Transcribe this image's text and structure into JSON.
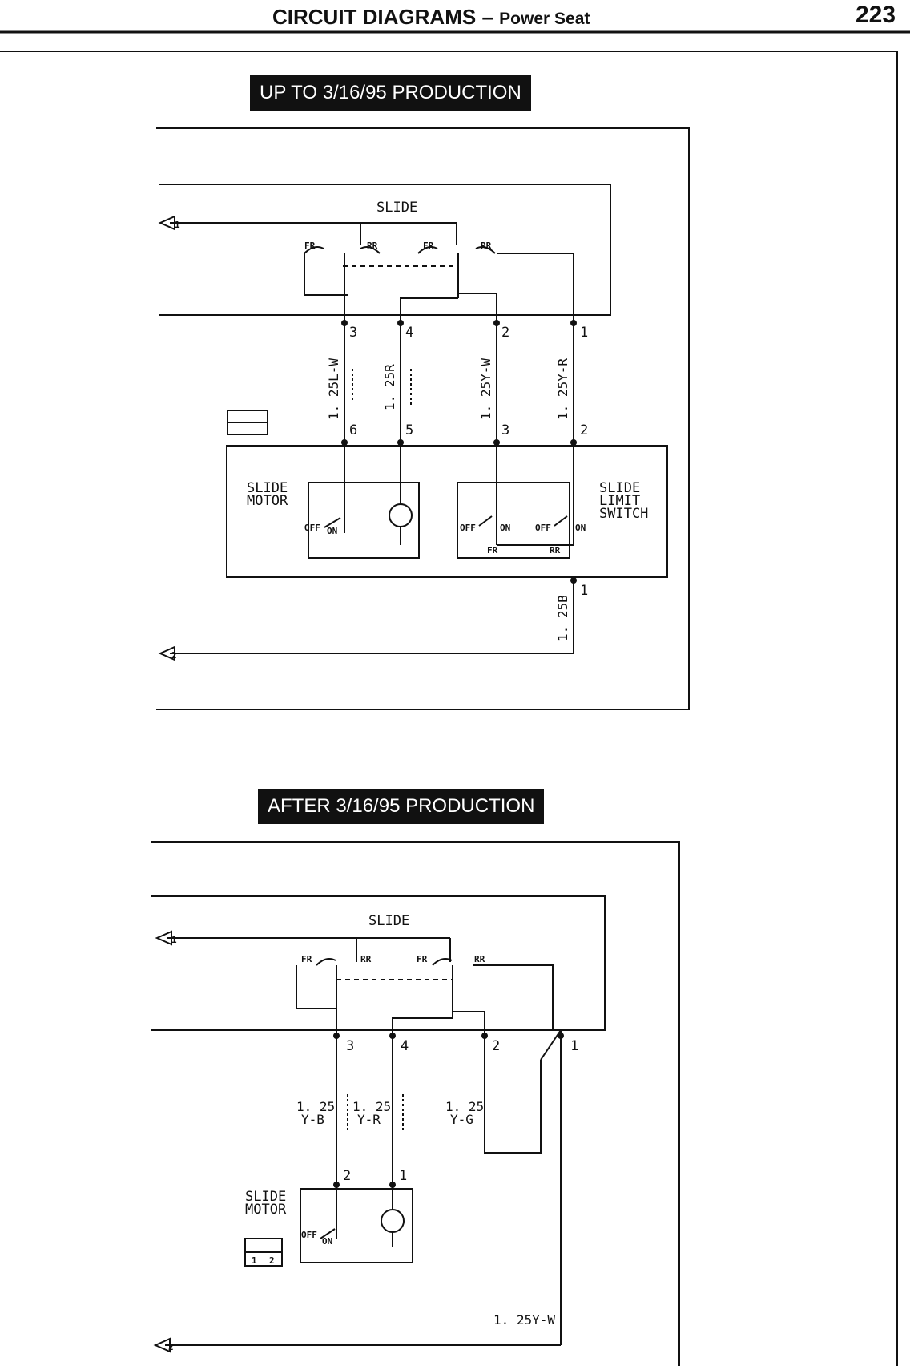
{
  "header": {
    "title": "CIRCUIT DIAGRAMS",
    "dash": "–",
    "subtitle": "Power Seat",
    "page_number": "223"
  },
  "diagram_top": {
    "banner": "UP TO 3/16/95 PRODUCTION",
    "switch_label": "SLIDE",
    "fr1": "FR",
    "rr1": "RR",
    "fr2": "FR",
    "rr2": "RR",
    "pins_top": [
      "3",
      "4",
      "2",
      "1"
    ],
    "wires": [
      "1. 25L-W",
      "1. 25R",
      "1. 25Y-W",
      "1. 25Y-R"
    ],
    "pins_bottom": [
      "6",
      "5",
      "3",
      "2"
    ],
    "motor_label": [
      "SLIDE",
      "MOTOR"
    ],
    "motor_off": "OFF",
    "motor_on": "ON",
    "limit_label": [
      "SLIDE",
      "LIMIT",
      "SWITCH"
    ],
    "limit_off1": "OFF",
    "limit_on1": "ON",
    "limit_off2": "OFF",
    "limit_on2": "ON",
    "limit_fr": "FR",
    "limit_rr": "RR",
    "ground_pin": "1",
    "ground_wire": "1. 25B",
    "connector_top_ref": "1",
    "connector_bottom_ref": "2"
  },
  "diagram_bottom": {
    "banner": "AFTER 3/16/95 PRODUCTION",
    "switch_label": "SLIDE",
    "fr1": "FR",
    "rr1": "RR",
    "fr2": "FR",
    "rr2": "RR",
    "pins_top": [
      "3",
      "4",
      "2",
      "1"
    ],
    "wire_a": [
      "1. 25",
      "Y-B"
    ],
    "wire_b": [
      "1. 25",
      "Y-R"
    ],
    "wire_c": [
      "1. 25",
      "Y-G"
    ],
    "motor_pins": [
      "2",
      "1"
    ],
    "motor_label": [
      "SLIDE",
      "MOTOR"
    ],
    "motor_off": "OFF",
    "motor_on": "ON",
    "conn_pins": [
      "1",
      "2"
    ],
    "bottom_wire": "1. 25Y-W",
    "connector_top_ref": "1",
    "connector_bottom_ref": "2"
  }
}
